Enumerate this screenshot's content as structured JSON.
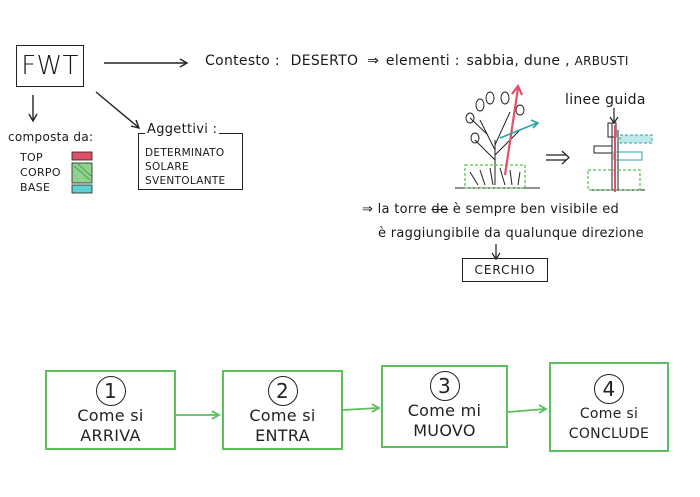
{
  "top": {
    "logo": "FWT",
    "context_label": "Contesto :",
    "context_value": "DESERTO",
    "context_arrow": "⇒",
    "elements_label": "elementi :",
    "elements_items": "sabbia, dune ,",
    "elements_highlight": "ARBUSTI",
    "guide_lines": "linee guida",
    "composed_label": "composta da:",
    "parts": [
      "TOP",
      "CORPO",
      "BASE"
    ],
    "adjectives_title": "Aggettivi :",
    "adjectives": [
      "DETERMINATO",
      "SOLARE",
      "SVENTOLANTE"
    ],
    "tower_line1_prefix": "⇒",
    "tower_line1": "la torre",
    "tower_struck": "de",
    "tower_line1_rest": "è sempre ben visibile ed",
    "tower_line2": "è raggiungibile da qualunque direzione",
    "circle_label": "CERCHIO",
    "implies": "⇒"
  },
  "steps": [
    {
      "num": "1",
      "line1": "Come si",
      "line2": "ARRIVA"
    },
    {
      "num": "2",
      "line1": "Come si",
      "line2": "ENTRA"
    },
    {
      "num": "3",
      "line1": "Come mi",
      "line2": "MUOVO"
    },
    {
      "num": "4",
      "line1": "Come si",
      "line2": "CONCLUDE"
    }
  ],
  "colors": {
    "green": "#5bbf5b",
    "red": "#e0506a",
    "teal": "#2aa3a3",
    "dark": "#222222"
  }
}
